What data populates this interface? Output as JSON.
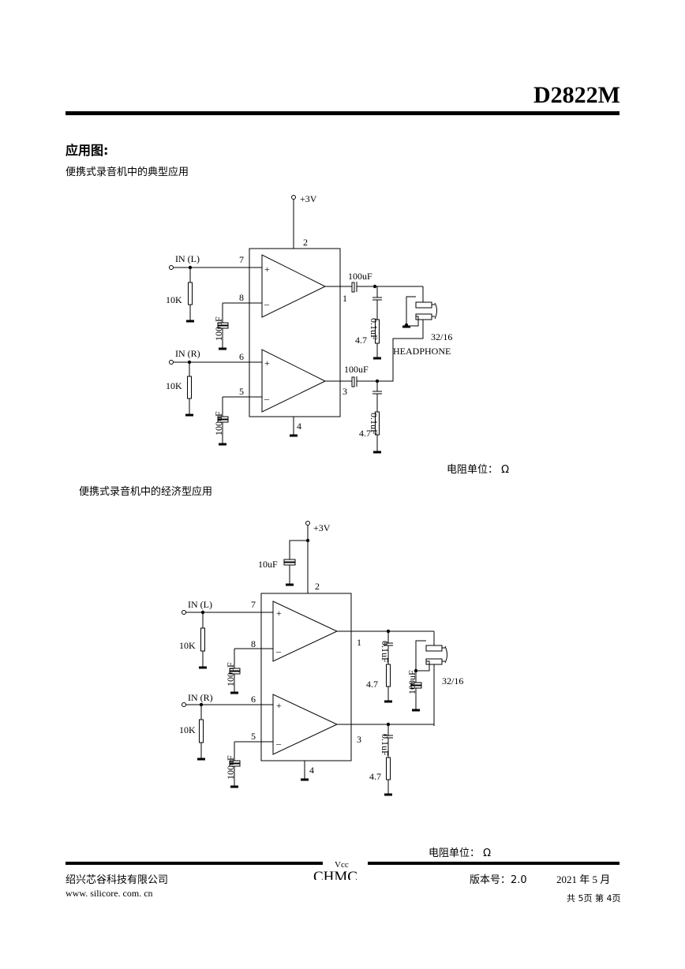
{
  "header": {
    "part_number": "D2822M"
  },
  "section": {
    "heading": "应用图:",
    "circuit1": {
      "caption": "便携式录音机中的典型应用",
      "supply": "+3V",
      "in_left": "IN (L)",
      "in_right": "IN (R)",
      "pins": {
        "p1": "1",
        "p2": "2",
        "p3": "3",
        "p4": "4",
        "p5": "5",
        "p6": "6",
        "p7": "7",
        "p8": "8"
      },
      "r_in_l": "10K",
      "r_in_r": "10K",
      "c_fb_l": "100uF",
      "c_fb_r": "100uF",
      "c_out_l": "100uF",
      "c_out_r": "100uF",
      "c_zobel_l": "0.1uF",
      "c_zobel_r": "0.1uF",
      "r_zobel_l": "4.7",
      "r_zobel_r": "4.7",
      "load": "32/16",
      "load_name": "HEADPHONE",
      "unit_note": "电阻单位： Ω"
    },
    "circuit2": {
      "caption": "便携式录音机中的经济型应用",
      "supply": "+3V",
      "c_supply": "10uF",
      "in_left": "IN (L)",
      "in_right": "IN (R)",
      "pins": {
        "p1": "1",
        "p2": "2",
        "p3": "3",
        "p4": "4",
        "p5": "5",
        "p6": "6",
        "p7": "7",
        "p8": "8"
      },
      "r_in_l": "10K",
      "r_in_r": "10K",
      "c_fb_l": "100uF",
      "c_fb_r": "100uF",
      "c_zobel_l": "0.1uF",
      "c_zobel_r": "0.1uF",
      "r_zobel_l": "4.7",
      "r_zobel_r": "4.7",
      "c_hp": "100uF",
      "load": "32/16",
      "unit_note": "电阻单位： Ω"
    }
  },
  "footer": {
    "company": "绍兴芯谷科技有限公司",
    "website": "www. silicore. com. cn",
    "logo_text": "CHMC",
    "logo_overlay": "Vcc",
    "version": "版本号：2.0",
    "date": "2021 年 5 月",
    "page": "共 5页  第 4页"
  }
}
